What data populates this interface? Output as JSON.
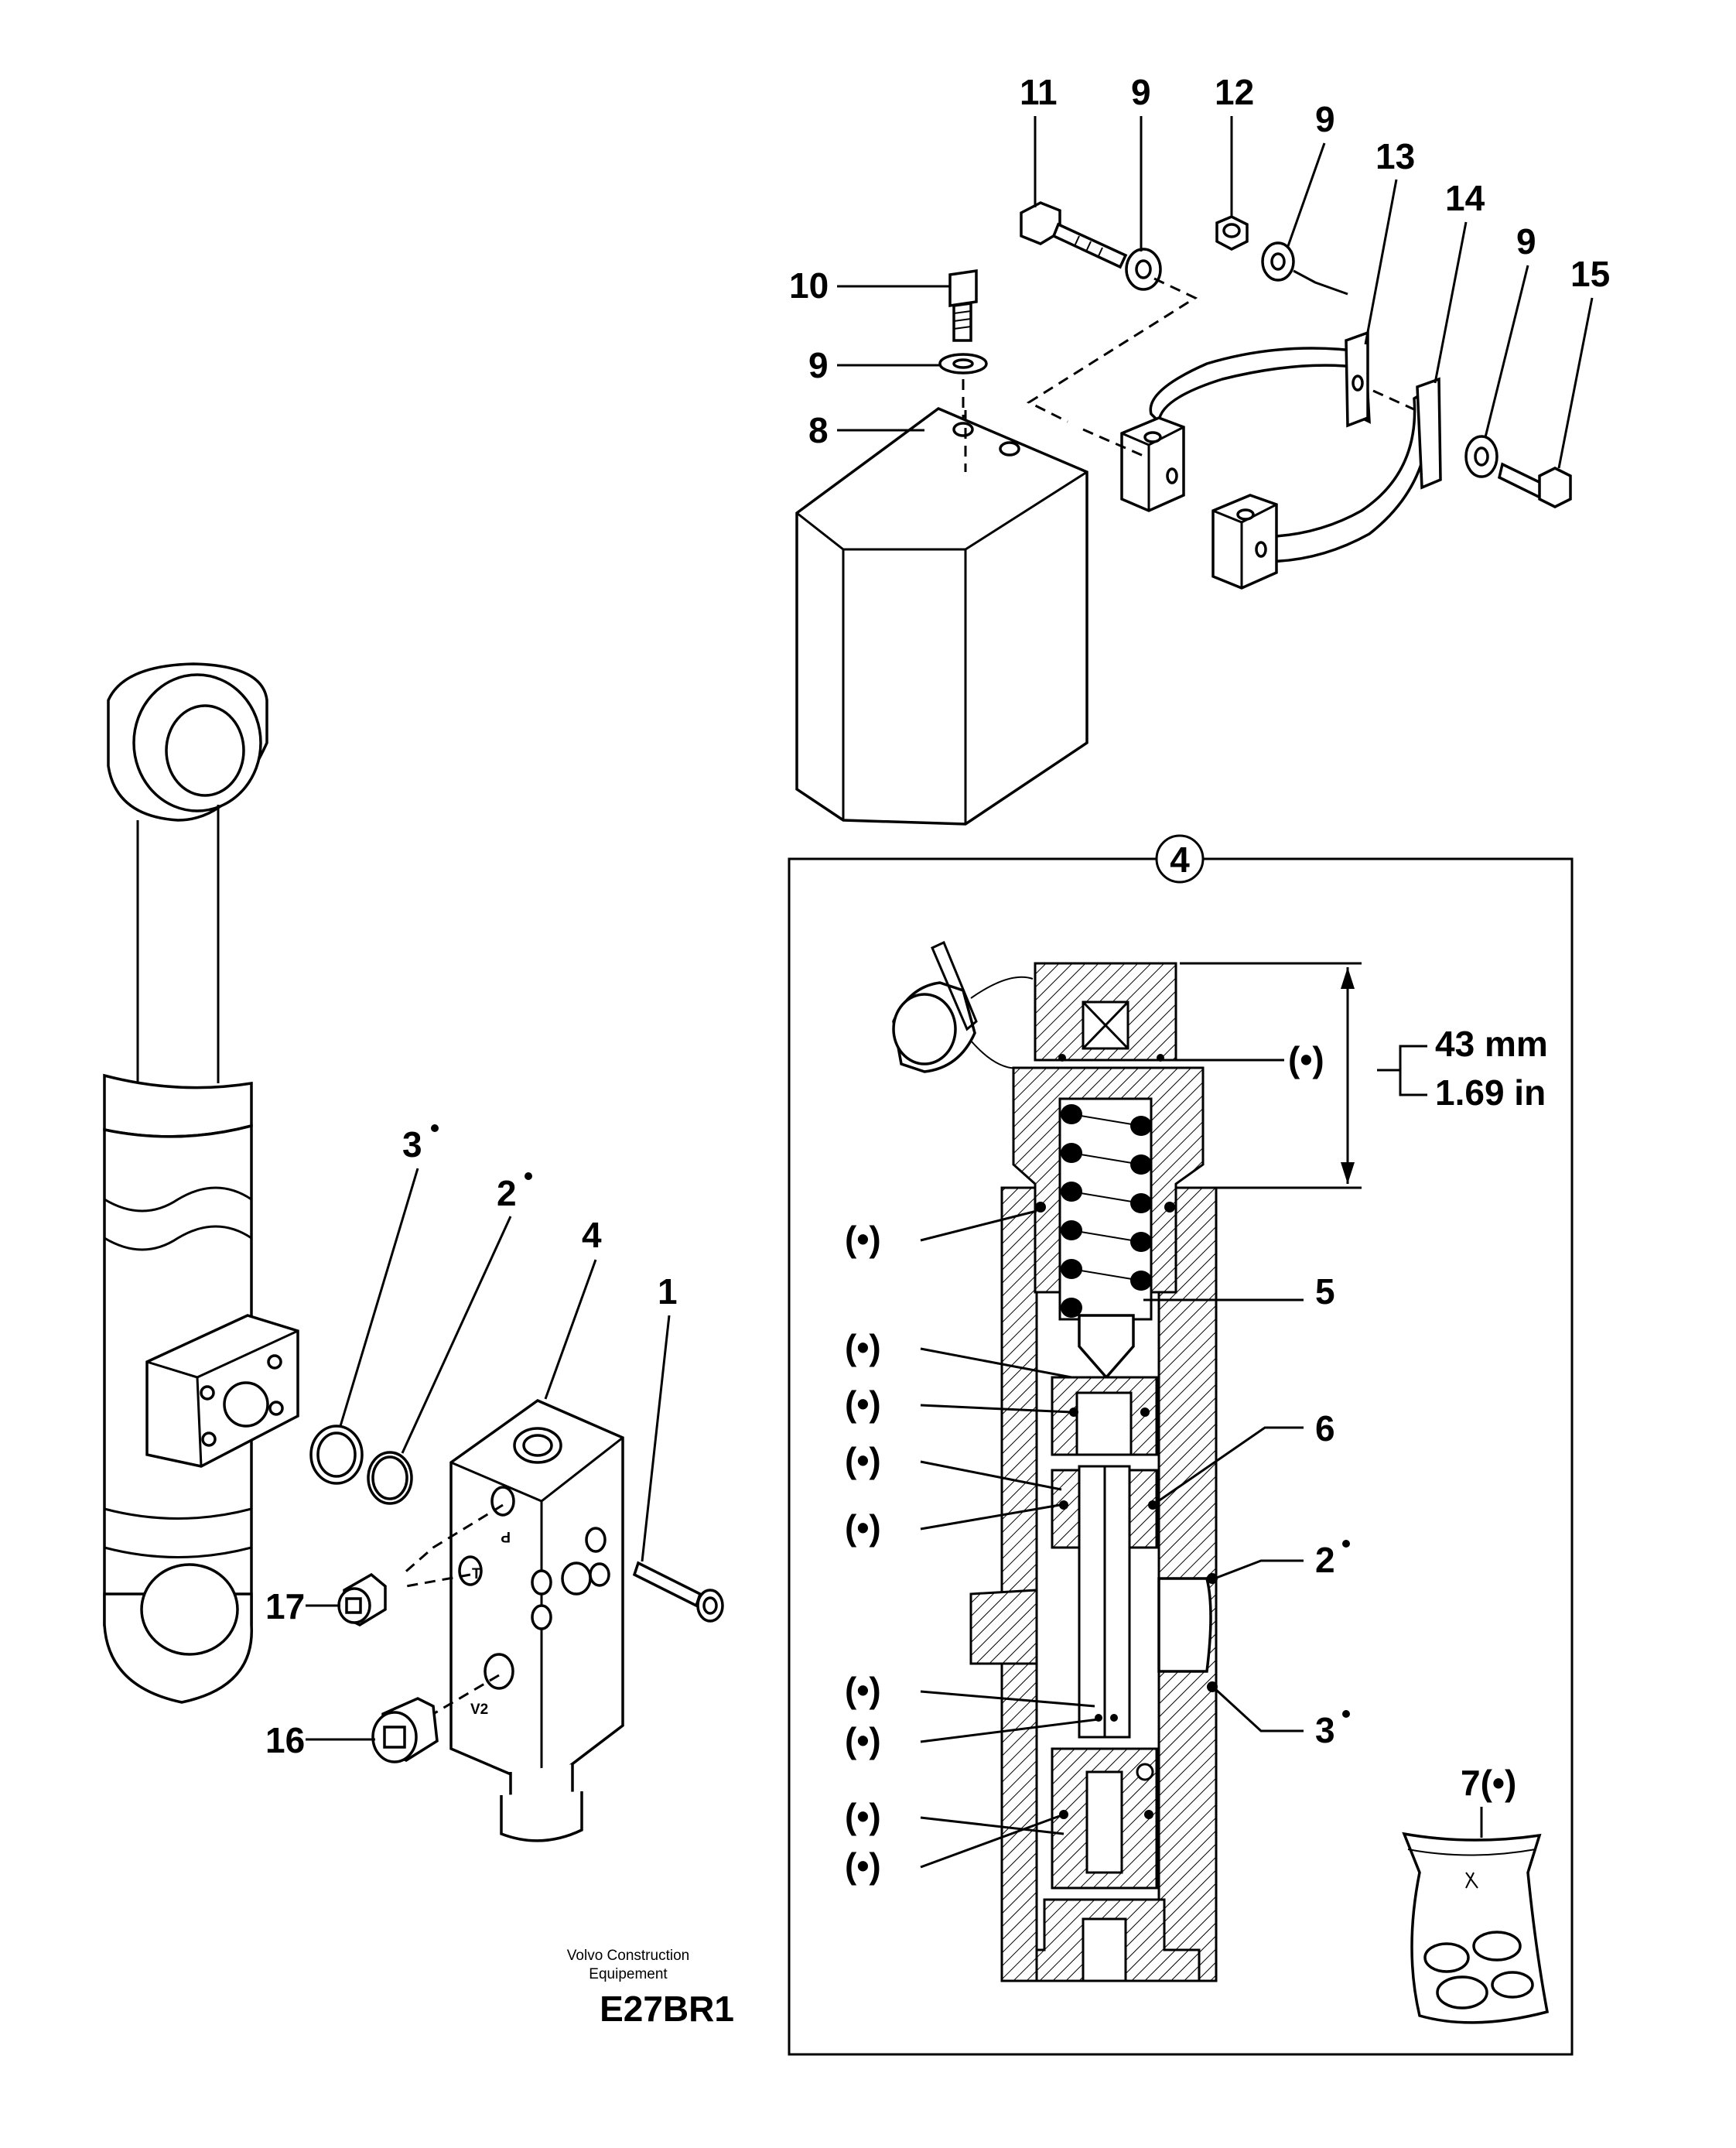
{
  "figure_id": "E27BR1",
  "footer": {
    "brand_line1": "Volvo Construction",
    "brand_line2": "Equipement",
    "code": "E27BR1"
  },
  "callouts": {
    "c1": "1",
    "c2": "2",
    "c3": "3",
    "c4": "4",
    "c8": "8",
    "c9a": "9",
    "c9b": "9",
    "c9c": "9",
    "c9d": "9",
    "c10": "10",
    "c11": "11",
    "c12": "12",
    "c13": "13",
    "c14": "14",
    "c15": "15",
    "c16": "16",
    "c17": "17"
  },
  "detail": {
    "badge": "4",
    "item5": "5",
    "item6": "6",
    "item2": "2",
    "item3": "3",
    "item7": "7(•)",
    "dot_label": "(•)",
    "dim_mm": "43 mm",
    "dim_in": "1.69 in"
  },
  "valve_ports": {
    "p": "P",
    "t": "T",
    "v2": "V2"
  }
}
